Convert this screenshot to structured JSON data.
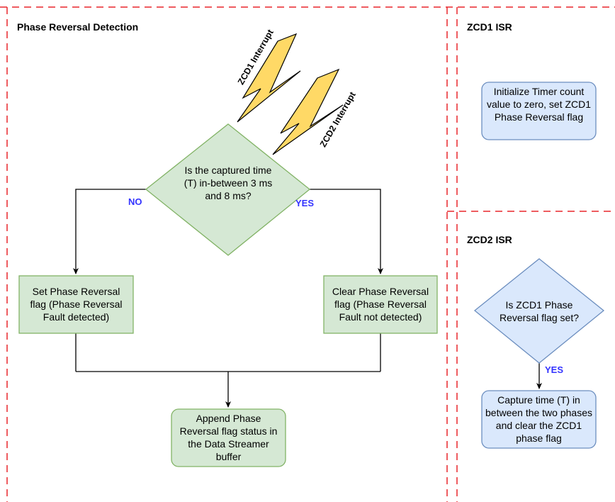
{
  "panels": {
    "main_title": "Phase Reversal Detection",
    "zcd1_title": "ZCD1 ISR",
    "zcd2_title": "ZCD2 ISR"
  },
  "interrupts": {
    "zcd1": "ZCD1 Interrupt",
    "zcd2": "ZCD2 Interrupt"
  },
  "flowchart": {
    "decision": "Is the captured time (T) in-between 3 ms and 8 ms?",
    "no_label": "NO",
    "yes_label": "YES",
    "set_flag": "Set Phase Reversal flag (Phase Reversal Fault detected)",
    "clear_flag": "Clear Phase Reversal flag (Phase Reversal Fault not detected)",
    "append": "Append Phase Reversal flag status in the Data Streamer buffer"
  },
  "zcd1_isr": {
    "action": "Initialize Timer count value to zero, set ZCD1 Phase Reversal flag"
  },
  "zcd2_isr": {
    "decision": "Is ZCD1 Phase Reversal flag set?",
    "yes_label": "YES",
    "action": "Capture time (T) in between the two phases and clear the ZCD1 phase flag"
  },
  "colors": {
    "dash": "#e8262b",
    "green_fill": "#d5e8d4",
    "green_stroke": "#82b366",
    "blue_fill": "#dae8fc",
    "blue_stroke": "#6c8ebf",
    "bolt_fill": "#ffd966",
    "bolt_stroke": "#000000",
    "branch_label": "#3333ff"
  }
}
